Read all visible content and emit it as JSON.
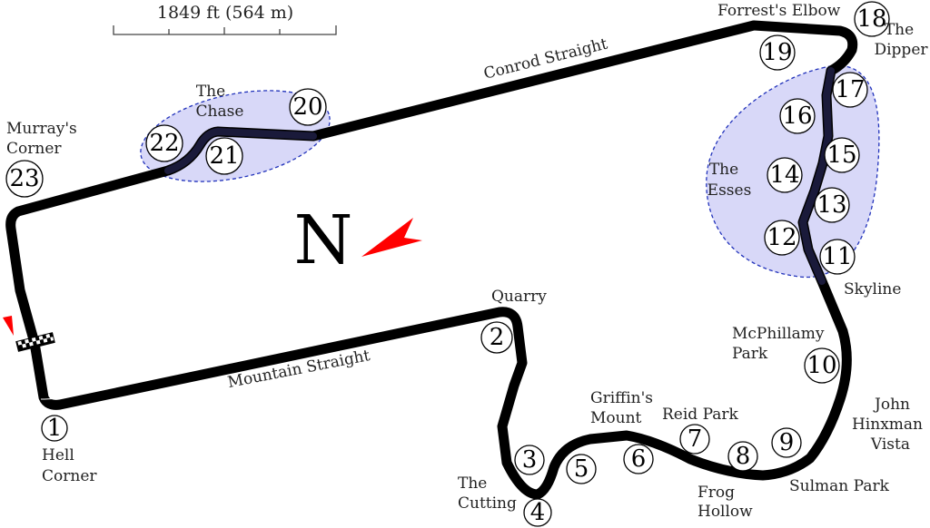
{
  "scale_bar": {
    "label": "1849 ft (564 m)"
  },
  "north": {
    "label": "N",
    "arrow_color": "#ff0000"
  },
  "colors": {
    "track": "#000000",
    "highlight_track": "#1a1a3a",
    "zone_fill": "#c8c8f5",
    "zone_border": "#2233bb"
  },
  "zones": [
    {
      "label_line1": "The",
      "label_line2": "Chase"
    },
    {
      "label_line1": "The",
      "label_line2": "Esses"
    }
  ],
  "corners": [
    {
      "number": "1",
      "name_line1": "Hell",
      "name_line2": "Corner"
    },
    {
      "number": "2",
      "name_line1": "Quarry",
      "name_line2": ""
    },
    {
      "number": "3",
      "name_line1": "",
      "name_line2": ""
    },
    {
      "number": "4",
      "name_line1": "The",
      "name_line2": "Cutting"
    },
    {
      "number": "5",
      "name_line1": "",
      "name_line2": ""
    },
    {
      "number": "6",
      "name_line1": "Griffin's",
      "name_line2": "Mount"
    },
    {
      "number": "7",
      "name_line1": "Reid Park",
      "name_line2": ""
    },
    {
      "number": "8",
      "name_line1": "Frog",
      "name_line2": "Hollow"
    },
    {
      "number": "9",
      "name_line1": "Sulman Park",
      "name_line2": ""
    },
    {
      "number": "10",
      "name_line1": "McPhillamy",
      "name_line2": "Park"
    },
    {
      "number": "11",
      "name_line1": "Skyline",
      "name_line2": ""
    },
    {
      "number": "12"
    },
    {
      "number": "13"
    },
    {
      "number": "14"
    },
    {
      "number": "15"
    },
    {
      "number": "16"
    },
    {
      "number": "17"
    },
    {
      "number": "18",
      "name_line1": "The",
      "name_line2": "Dipper"
    },
    {
      "number": "19",
      "name_line1": "Forrest's Elbow",
      "name_line2": ""
    },
    {
      "number": "20"
    },
    {
      "number": "21"
    },
    {
      "number": "22"
    },
    {
      "number": "23",
      "name_line1": "Murray's",
      "name_line2": "Corner"
    }
  ],
  "straights": {
    "mountain": "Mountain Straight",
    "conrod": "Conrod Straight"
  },
  "extra_labels": {
    "john_1": "John",
    "john_2": "Hinxman",
    "john_3": "Vista"
  }
}
